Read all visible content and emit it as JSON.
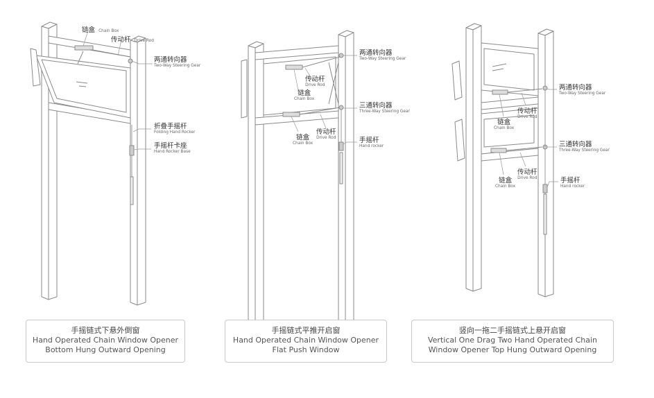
{
  "panels": [
    {
      "caption_zh": "手摇链式下悬外倒窗",
      "caption_en1": "Hand Operated Chain Window Opener",
      "caption_en2": "Bottom Hung Outward Opening",
      "labels": {
        "chain_box": {
          "zh": "链盒",
          "en": "Chain Box"
        },
        "drive_rod": {
          "zh": "传动杆",
          "en": "Drive Rod"
        },
        "two_way": {
          "zh": "两通转向器",
          "en": "Two-Way Steering Gear"
        },
        "folding": {
          "zh": "折叠手摇杆",
          "en": "Folding Hand Rocker"
        },
        "base": {
          "zh": "手摇杆卡座",
          "en": "Hand Rocker Base"
        }
      }
    },
    {
      "caption_zh": "手摇链式平推开启窗",
      "caption_en1": "Hand Operated Chain Window Opener",
      "caption_en2": "Flat Push Window",
      "labels": {
        "two_way": {
          "zh": "两通转向器",
          "en": "Two-Way Steering Gear"
        },
        "drive_rod_top": {
          "zh": "传动杆",
          "en": "Drive Rod"
        },
        "chain_box_top": {
          "zh": "链盒",
          "en": "Chain Box"
        },
        "three_way": {
          "zh": "三通转向器",
          "en": "Three-Way Steering Gear"
        },
        "chain_box_bottom": {
          "zh": "链盒",
          "en": "Chain Box"
        },
        "drive_rod_bottom": {
          "zh": "传动杆",
          "en": "Drive Rod"
        },
        "hand_rocker": {
          "zh": "手摇杆",
          "en": "Hand rocker"
        }
      }
    },
    {
      "caption_zh": "竖向一拖二手摇链式上悬开启窗",
      "caption_en1": "Vertical One Drag Two Hand Operated Chain",
      "caption_en2": "Window Opener Top Hung Outward Opening",
      "labels": {
        "two_way": {
          "zh": "两通转向器",
          "en": "Two-Way Steering Gear"
        },
        "chain_box_top": {
          "zh": "链盒",
          "en": "Chain Box"
        },
        "drive_rod_top": {
          "zh": "传动杆",
          "en": "Drive Rod"
        },
        "three_way": {
          "zh": "三通转向器",
          "en": "Three-Way Steering Gear"
        },
        "drive_rod_bottom": {
          "zh": "传动杆",
          "en": "Drive Rod"
        },
        "chain_box_bottom": {
          "zh": "链盒",
          "en": "Chain Box"
        },
        "hand_rocker": {
          "zh": "手摇杆",
          "en": "Hand rocker"
        }
      }
    }
  ],
  "colors": {
    "line": "#8a8a8a",
    "frame_fill": "#ffffff",
    "caption_border": "#c9c9c9",
    "leader": "#9a9a9a"
  }
}
